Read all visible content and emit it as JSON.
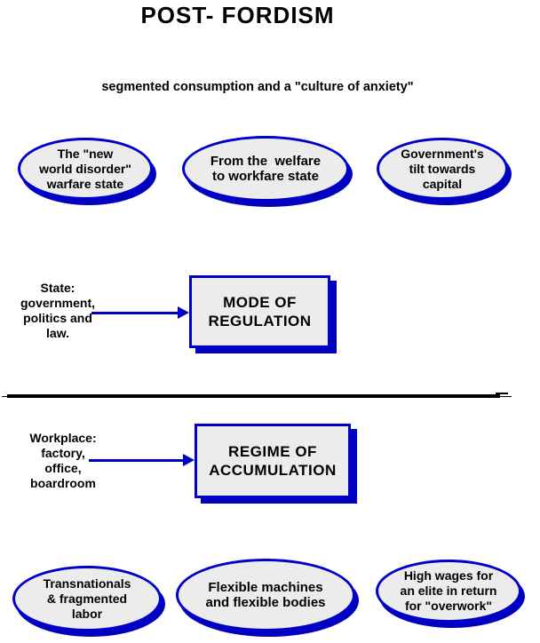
{
  "title": "POST- FORDISM",
  "subtitle": "segmented consumption and a \"culture of anxiety\"",
  "colors": {
    "accent_blue": "#0000CC",
    "shadow_blue": "#0000BE",
    "node_fill": "#ECECEC",
    "text": "#000000",
    "divider": "#000000",
    "background": "#FFFFFF"
  },
  "top_ellipses": [
    {
      "label": "The \"new\nworld disorder\"\nwarfare state"
    },
    {
      "label": "From the  welfare\nto workfare state"
    },
    {
      "label": "Government's\ntilt towards\ncapital"
    }
  ],
  "mode_of_regulation": {
    "source_label": "State:\ngovernment,\npolitics and\nlaw.",
    "box_label": "MODE OF\nREGULATION"
  },
  "regime_of_accumulation": {
    "source_label": "Workplace:\nfactory,\noffice,\nboardroom",
    "box_label": "REGIME OF\nACCUMULATION"
  },
  "bottom_ellipses": [
    {
      "label": "Transnationals\n& fragmented\nlabor"
    },
    {
      "label": "Flexible machines\nand flexible bodies"
    },
    {
      "label": "High wages for\nan elite in return\nfor \"overwork\""
    }
  ]
}
